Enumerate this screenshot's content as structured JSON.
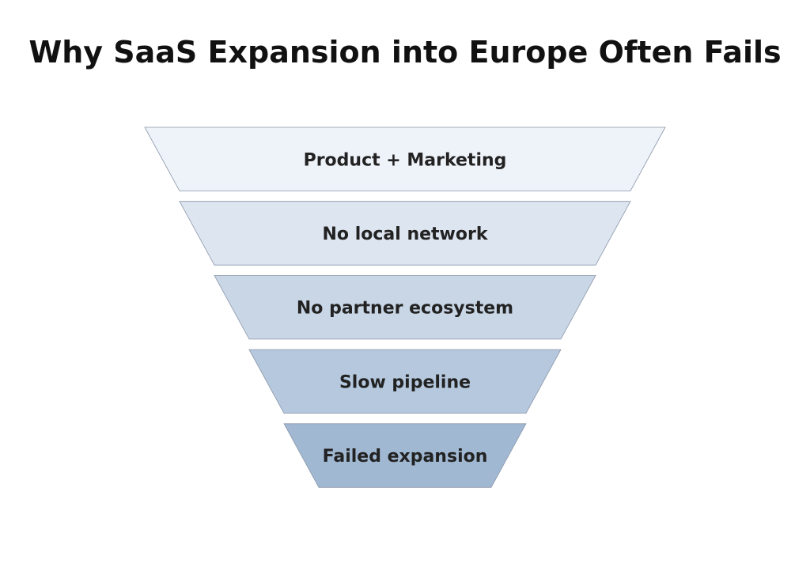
{
  "title": "Why SaaS Expansion into Europe Often Fails",
  "stages": [
    {
      "label": "Product + Marketing",
      "color": "#eef2f9"
    },
    {
      "label": "No local network",
      "color": "#dde5f0"
    },
    {
      "label": "No partner ecosystem",
      "color": "#c9d6e6"
    },
    {
      "label": "Slow pipeline",
      "color": "#b5c8de"
    },
    {
      "label": "Failed expansion",
      "color": "#a1b8d3"
    }
  ],
  "stroke_color": "#8a96a8"
}
